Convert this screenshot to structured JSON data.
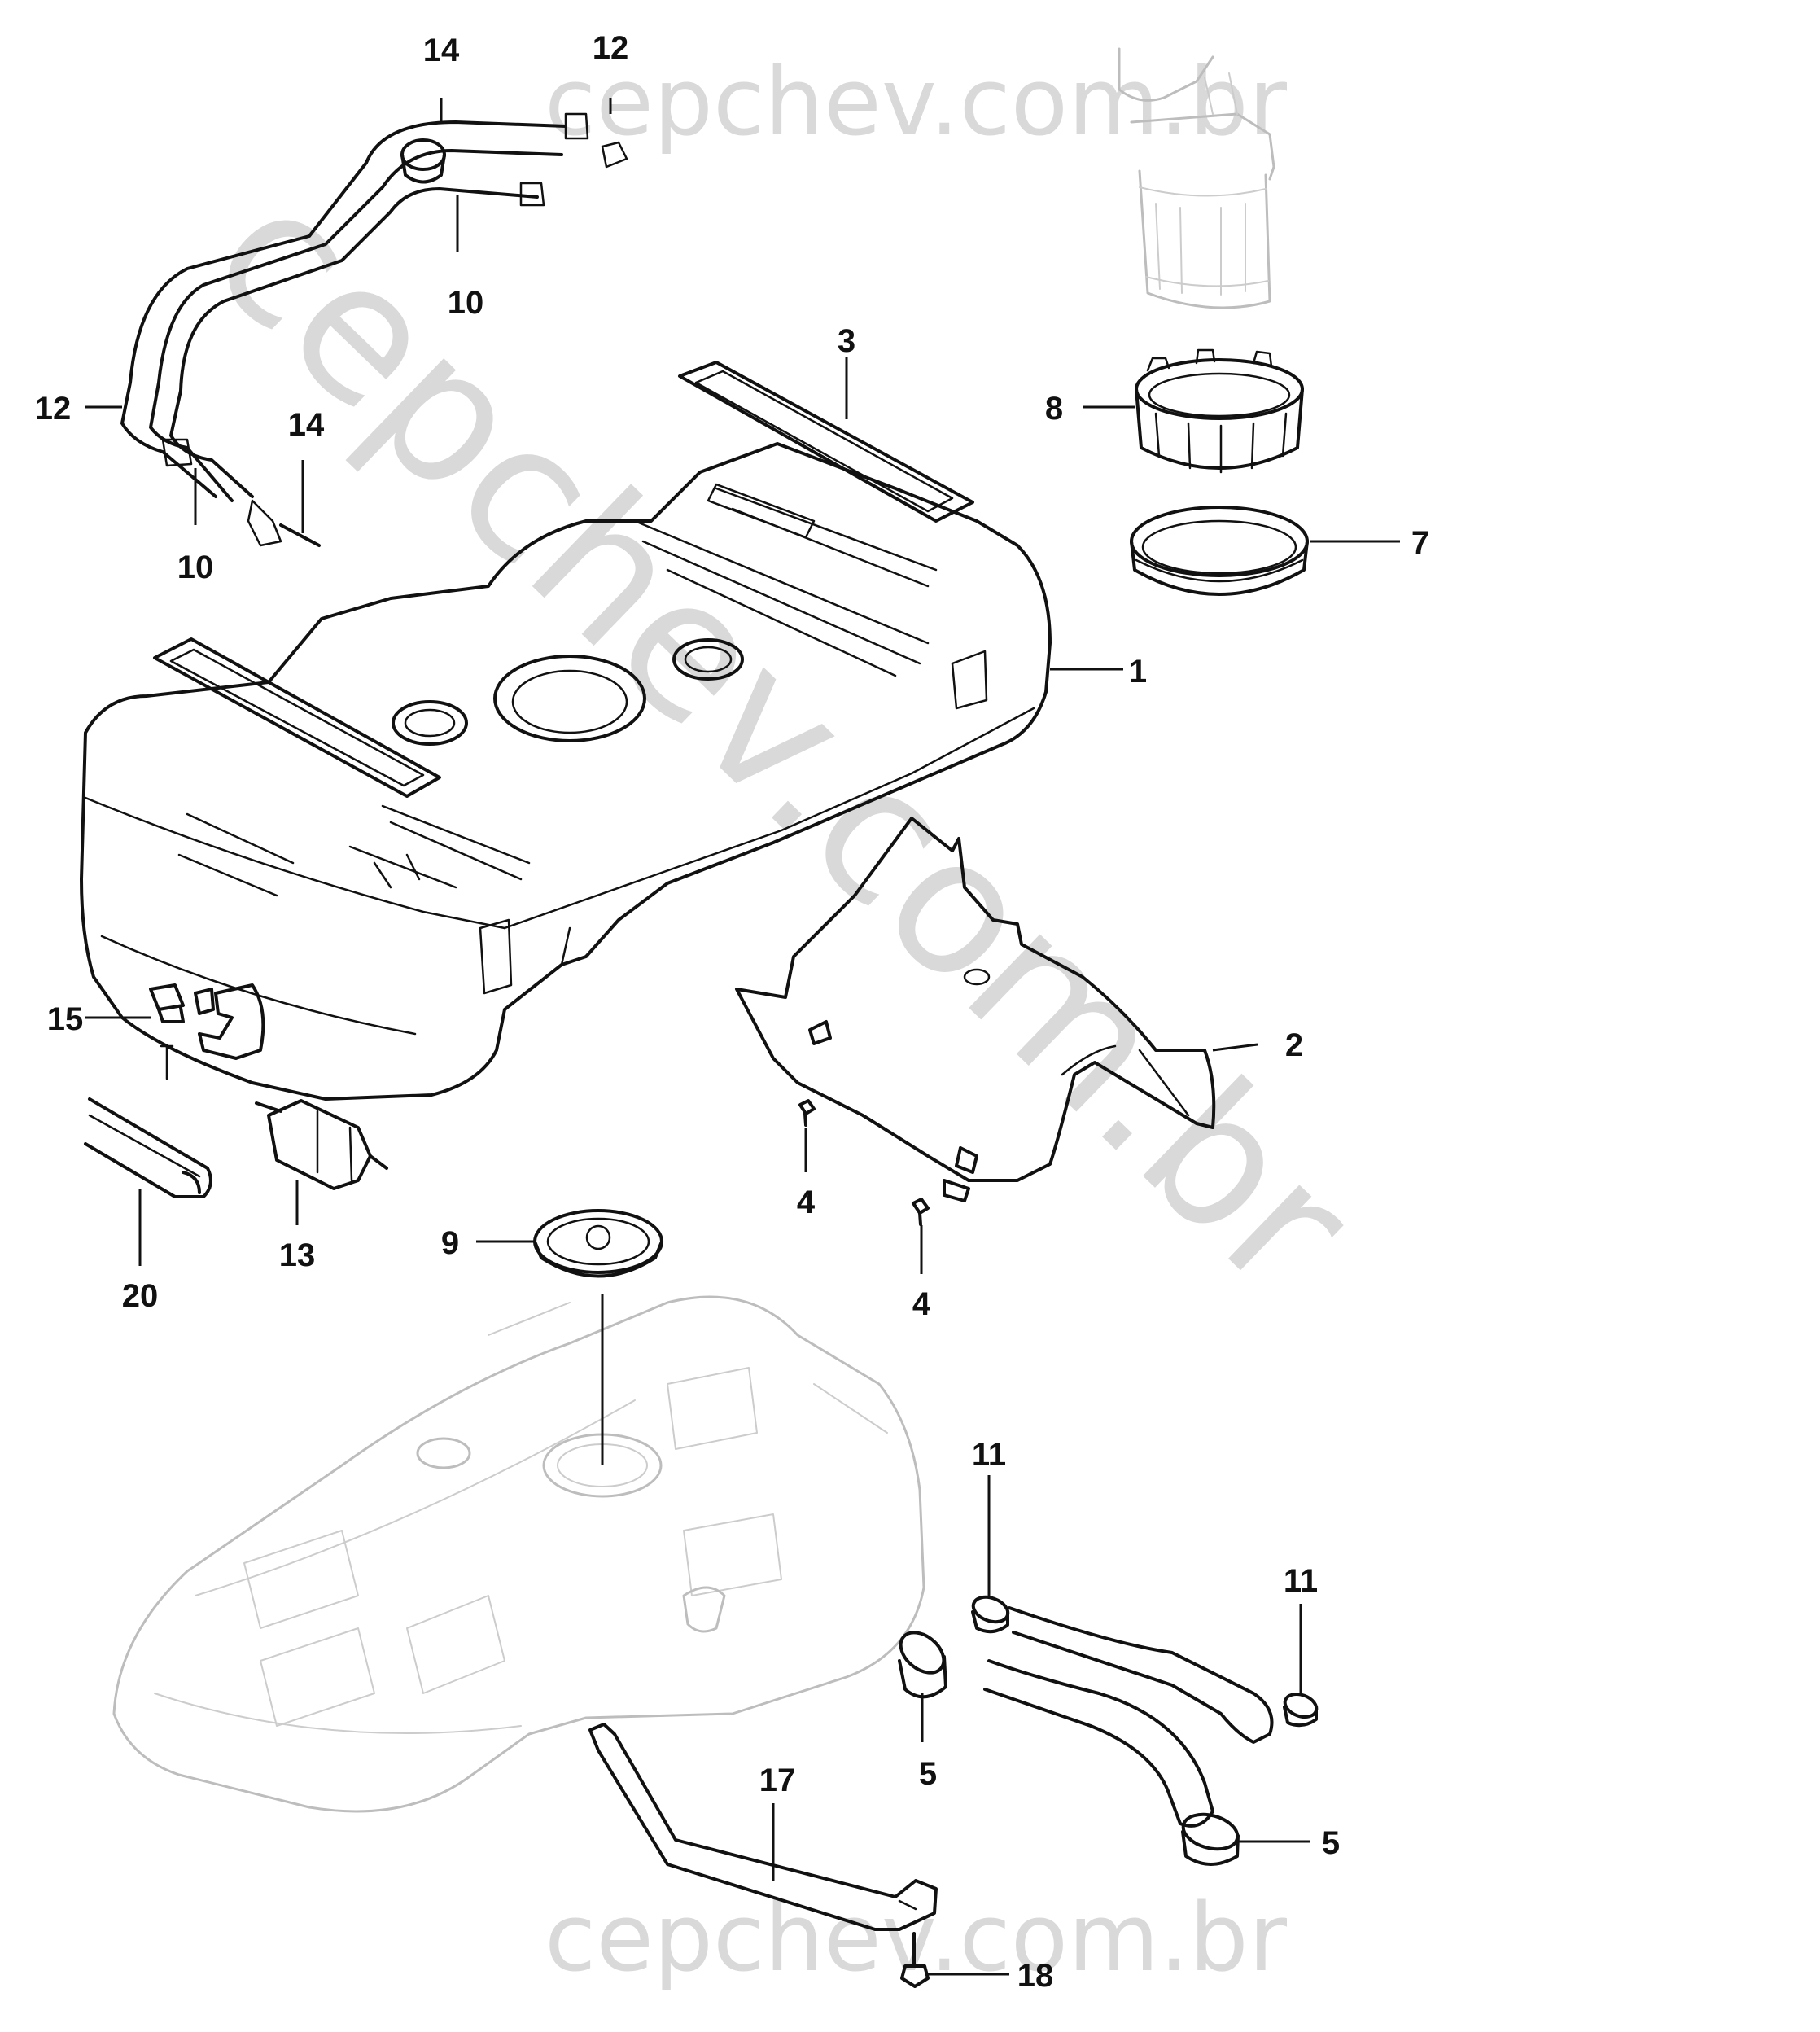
{
  "watermark": {
    "top": "cepchev.com.br",
    "diagonal": "cepchev.com.br",
    "bottom": "cepchev.com.br"
  },
  "callouts": [
    {
      "id": "c14a",
      "label": "14"
    },
    {
      "id": "c12a",
      "label": "12"
    },
    {
      "id": "c10a",
      "label": "10"
    },
    {
      "id": "c12b",
      "label": "12"
    },
    {
      "id": "c14b",
      "label": "14"
    },
    {
      "id": "c10b",
      "label": "10"
    },
    {
      "id": "c3",
      "label": "3"
    },
    {
      "id": "c8",
      "label": "8"
    },
    {
      "id": "c7",
      "label": "7"
    },
    {
      "id": "c1",
      "label": "1"
    },
    {
      "id": "c2",
      "label": "2"
    },
    {
      "id": "c15",
      "label": "15"
    },
    {
      "id": "c4a",
      "label": "4"
    },
    {
      "id": "c4b",
      "label": "4"
    },
    {
      "id": "c20",
      "label": "20"
    },
    {
      "id": "c13",
      "label": "13"
    },
    {
      "id": "c9",
      "label": "9"
    },
    {
      "id": "c11a",
      "label": "11"
    },
    {
      "id": "c11b",
      "label": "11"
    },
    {
      "id": "c5a",
      "label": "5"
    },
    {
      "id": "c5b",
      "label": "5"
    },
    {
      "id": "c17",
      "label": "17"
    },
    {
      "id": "c18",
      "label": "18"
    }
  ]
}
